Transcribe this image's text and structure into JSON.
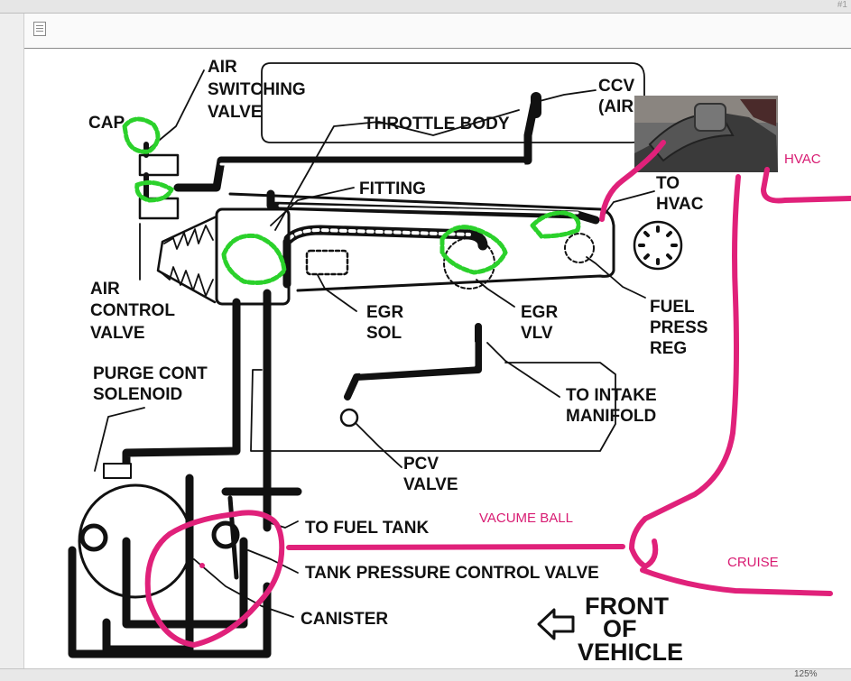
{
  "window": {
    "page_number": "#1",
    "zoom": "125%"
  },
  "diagram": {
    "labels": {
      "cap": "CAP",
      "air_switching_valve": [
        "AIR",
        "SWITCHING",
        "VALVE"
      ],
      "ccv": [
        "CCV",
        "(AIR"
      ],
      "throttle_body": "THROTTLE BODY",
      "fitting": "FITTING",
      "to_hvac": [
        "TO",
        "HVAC"
      ],
      "air_control_valve": [
        "AIR",
        "CONTROL",
        "VALVE"
      ],
      "egr_sol": [
        "EGR",
        "SOL"
      ],
      "egr_vlv": [
        "EGR",
        "VLV"
      ],
      "fuel_press_reg": [
        "FUEL",
        "PRESS",
        "REG"
      ],
      "purge_cont_solenoid": [
        "PURGE CONT",
        "SOLENOID"
      ],
      "to_intake_manifold": [
        "TO INTAKE",
        "MANIFOLD"
      ],
      "pcv_valve": [
        "PCV",
        "VALVE"
      ],
      "to_fuel_tank": "TO FUEL TANK",
      "tank_pressure_control_valve": "TANK PRESSURE CONTROL VALVE",
      "canister": "CANISTER",
      "front_of_vehicle": [
        "FRONT",
        "OF",
        "VEHICLE"
      ]
    }
  },
  "annotations": {
    "hvac": "HVAC",
    "vacume_ball": "VACUME BALL",
    "cruise": "CRUISE",
    "color": "#d81b72",
    "highlight_color": "#2bd12b"
  }
}
